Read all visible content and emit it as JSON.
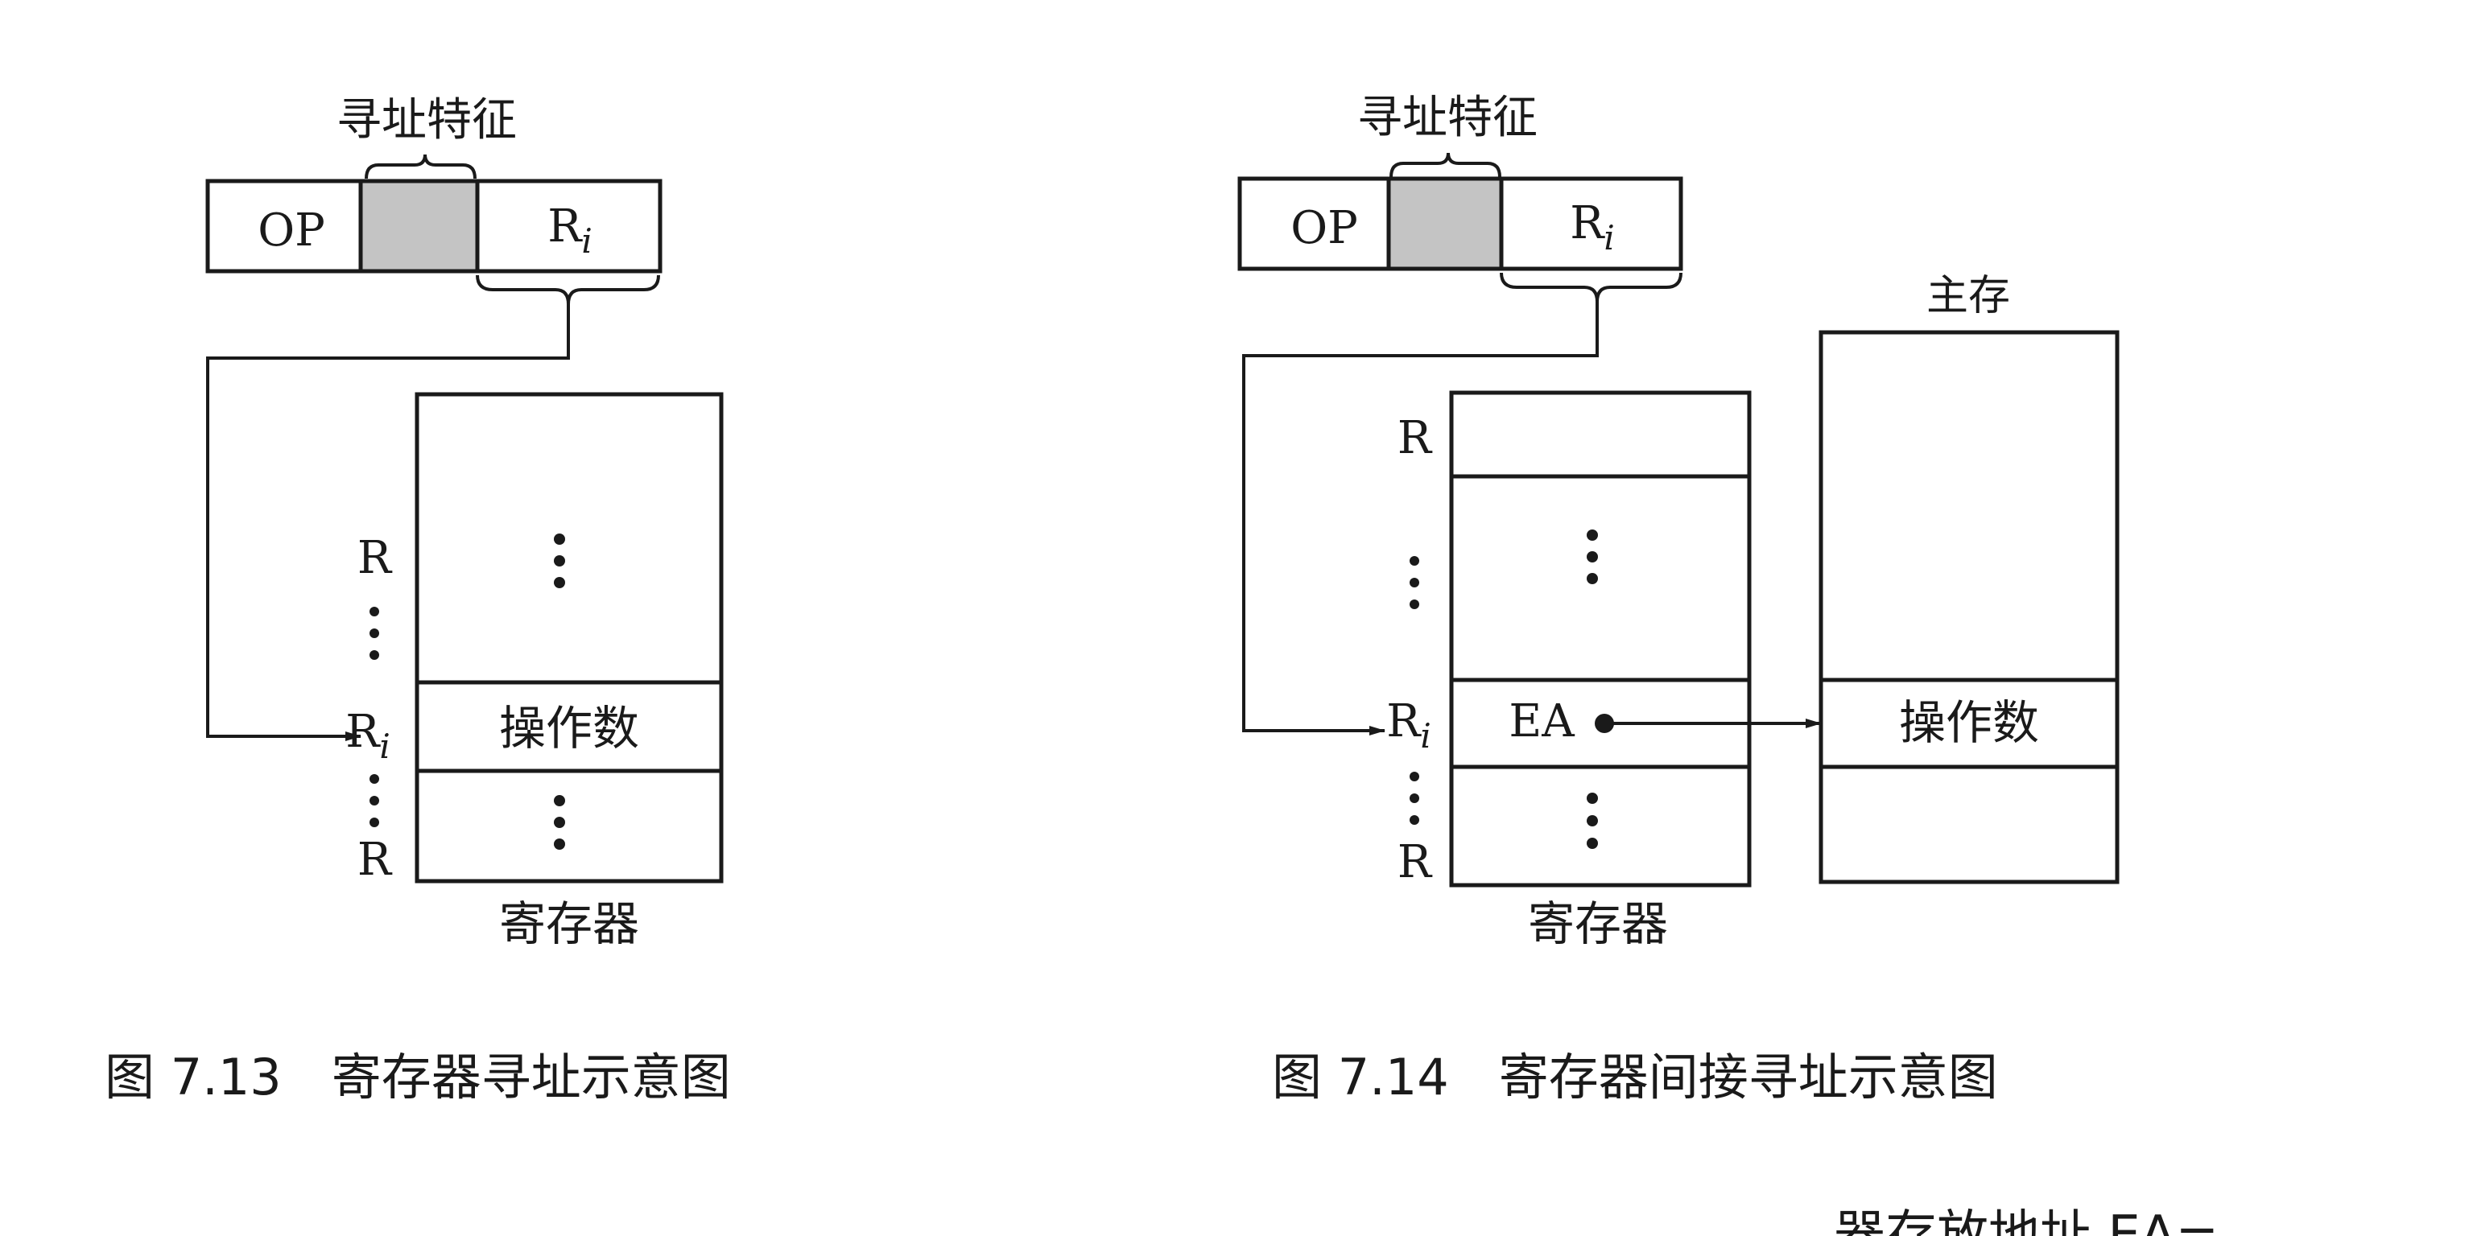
{
  "colors": {
    "stroke": "#1a1a1a",
    "shade": "#c4c4c4",
    "background": "#ffffff"
  },
  "figure_13": {
    "addressing_label": "寻址特征",
    "op": "OP",
    "ri_main": "R",
    "ri_sub": "i",
    "left_r_top": "R",
    "left_ri_main": "R",
    "left_ri_sub": "i",
    "left_r_bottom": "R",
    "operand": "操作数",
    "register_label": "寄存器",
    "caption": "图 7.13　寄存器寻址示意图"
  },
  "figure_14": {
    "addressing_label": "寻址特征",
    "op": "OP",
    "ri_main": "R",
    "ri_sub": "i",
    "left_r_top": "R",
    "left_ri_main": "R",
    "left_ri_sub": "i",
    "left_r_bottom": "R",
    "ea": "EA",
    "register_label": "寄存器",
    "memory_label": "主存",
    "operand": "操作数",
    "caption": "图 7.14　寄存器间接寻址示意图"
  },
  "footer_fragment": "——器存放地址 EA="
}
